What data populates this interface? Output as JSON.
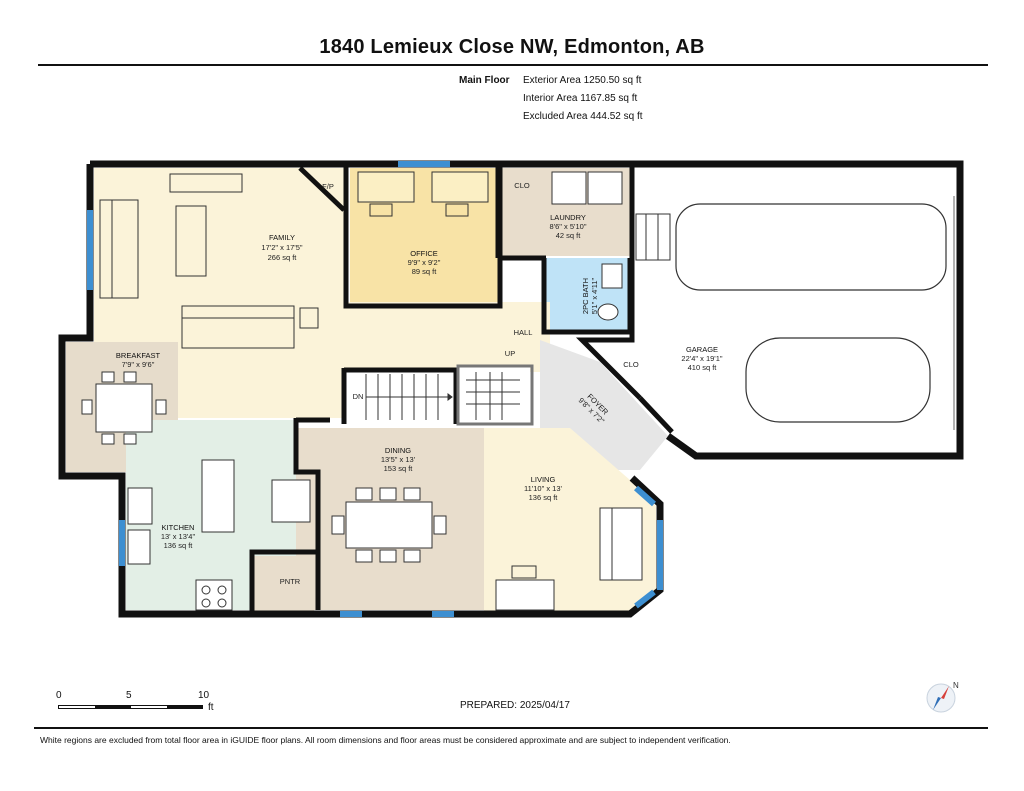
{
  "title": "1840 Lemieux Close NW, Edmonton, AB",
  "floor_label": "Main Floor",
  "areas": {
    "exterior": "Exterior Area 1250.50 sq ft",
    "interior": "Interior Area 1167.85 sq ft",
    "excluded": "Excluded Area 444.52 sq ft"
  },
  "rooms": {
    "family": {
      "name": "FAMILY",
      "dims": "17'2\" x 17'5\"",
      "area": "266 sq ft"
    },
    "office": {
      "name": "OFFICE",
      "dims": "9'9\" x 9'2\"",
      "area": "89 sq ft"
    },
    "laundry": {
      "name": "LAUNDRY",
      "dims": "8'6\" x 5'10\"",
      "area": "42 sq ft"
    },
    "bath": {
      "name": "2PC BATH",
      "dims": "5'1\" x 4'11\""
    },
    "garage": {
      "name": "GARAGE",
      "dims": "22'4\" x 19'1\"",
      "area": "410 sq ft"
    },
    "breakfast": {
      "name": "BREAKFAST",
      "dims": "7'9\" x 9'6\""
    },
    "foyer": {
      "name": "FOYER",
      "dims": "9'8\" x 7'2\""
    },
    "dining": {
      "name": "DINING",
      "dims": "13'5\" x 13'",
      "area": "153 sq ft"
    },
    "living": {
      "name": "LIVING",
      "dims": "11'10\" x 13'",
      "area": "136 sq ft"
    },
    "kitchen": {
      "name": "KITCHEN",
      "dims": "13' x 13'4\"",
      "area": "136 sq ft"
    }
  },
  "labels": {
    "fp": "F/P",
    "clo_laundry": "CLO",
    "clo_foyer": "CLO",
    "hall": "HALL",
    "up": "UP",
    "dn": "DN",
    "pntr": "PNTR"
  },
  "scale": {
    "t0": "0",
    "t5": "5",
    "t10": "10",
    "unit": "ft"
  },
  "prepared": "PREPARED: 2025/04/17",
  "compass_letter": "N",
  "disclaimer": "White regions are excluded from total floor area in iGUIDE floor plans. All room dimensions and floor areas must be considered approximate and are subject to independent verification.",
  "colors": {
    "wall": "#111111",
    "window": "#3d8fd1",
    "family": "#fbf3d9",
    "office": "#f8e3a6",
    "laundry": "#e8ddcc",
    "bath": "#bfe3f7",
    "garage": "#ffffff",
    "breakfast": "#e6dccb",
    "foyer": "#e6e6e6",
    "hall": "#fbf3d9",
    "dining": "#e8ddcc",
    "living": "#fbf3d9",
    "kitchen": "#e3efe6"
  }
}
